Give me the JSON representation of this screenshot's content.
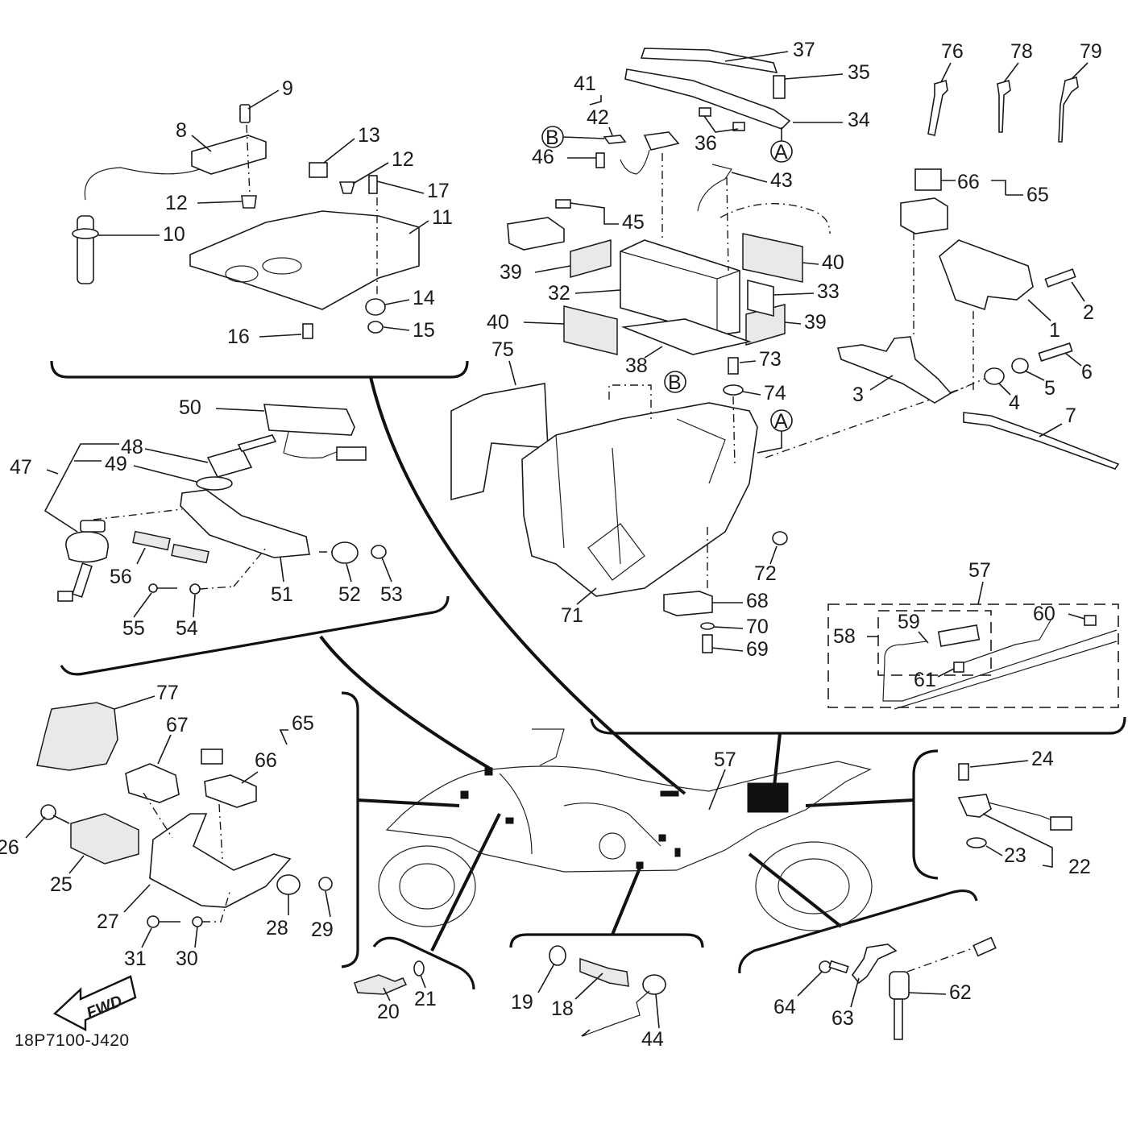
{
  "diagram": {
    "title": "Electrical parts exploded view",
    "drawing_code": "18P7100-J420",
    "fwd_arrow_label": "FWD",
    "reference_markers": [
      "A",
      "B"
    ],
    "callouts": [
      {
        "id": "c1",
        "text": "1"
      },
      {
        "id": "c2",
        "text": "2"
      },
      {
        "id": "c3",
        "text": "3"
      },
      {
        "id": "c4",
        "text": "4"
      },
      {
        "id": "c5",
        "text": "5"
      },
      {
        "id": "c6",
        "text": "6"
      },
      {
        "id": "c7",
        "text": "7"
      },
      {
        "id": "c8",
        "text": "8"
      },
      {
        "id": "c9",
        "text": "9"
      },
      {
        "id": "c10",
        "text": "10"
      },
      {
        "id": "c11",
        "text": "11"
      },
      {
        "id": "c12a",
        "text": "12"
      },
      {
        "id": "c12b",
        "text": "12"
      },
      {
        "id": "c13",
        "text": "13"
      },
      {
        "id": "c14",
        "text": "14"
      },
      {
        "id": "c15",
        "text": "15"
      },
      {
        "id": "c16",
        "text": "16"
      },
      {
        "id": "c17",
        "text": "17"
      },
      {
        "id": "c18",
        "text": "18"
      },
      {
        "id": "c19",
        "text": "19"
      },
      {
        "id": "c20",
        "text": "20"
      },
      {
        "id": "c21",
        "text": "21"
      },
      {
        "id": "c22",
        "text": "22"
      },
      {
        "id": "c23",
        "text": "23"
      },
      {
        "id": "c24",
        "text": "24"
      },
      {
        "id": "c25",
        "text": "25"
      },
      {
        "id": "c26",
        "text": "26"
      },
      {
        "id": "c27",
        "text": "27"
      },
      {
        "id": "c28",
        "text": "28"
      },
      {
        "id": "c29",
        "text": "29"
      },
      {
        "id": "c30",
        "text": "30"
      },
      {
        "id": "c31",
        "text": "31"
      },
      {
        "id": "c32",
        "text": "32"
      },
      {
        "id": "c33",
        "text": "33"
      },
      {
        "id": "c34",
        "text": "34"
      },
      {
        "id": "c35",
        "text": "35"
      },
      {
        "id": "c36",
        "text": "36"
      },
      {
        "id": "c37",
        "text": "37"
      },
      {
        "id": "c38",
        "text": "38"
      },
      {
        "id": "c39a",
        "text": "39"
      },
      {
        "id": "c39b",
        "text": "39"
      },
      {
        "id": "c40a",
        "text": "40"
      },
      {
        "id": "c40b",
        "text": "40"
      },
      {
        "id": "c41",
        "text": "41"
      },
      {
        "id": "c42",
        "text": "42"
      },
      {
        "id": "c43",
        "text": "43"
      },
      {
        "id": "c44",
        "text": "44"
      },
      {
        "id": "c45",
        "text": "45"
      },
      {
        "id": "c46",
        "text": "46"
      },
      {
        "id": "c47",
        "text": "47"
      },
      {
        "id": "c48",
        "text": "48"
      },
      {
        "id": "c49",
        "text": "49"
      },
      {
        "id": "c50",
        "text": "50"
      },
      {
        "id": "c51",
        "text": "51"
      },
      {
        "id": "c52",
        "text": "52"
      },
      {
        "id": "c53",
        "text": "53"
      },
      {
        "id": "c54",
        "text": "54"
      },
      {
        "id": "c55",
        "text": "55"
      },
      {
        "id": "c56",
        "text": "56"
      },
      {
        "id": "c57a",
        "text": "57"
      },
      {
        "id": "c57b",
        "text": "57"
      },
      {
        "id": "c58",
        "text": "58"
      },
      {
        "id": "c59",
        "text": "59"
      },
      {
        "id": "c60",
        "text": "60"
      },
      {
        "id": "c61",
        "text": "61"
      },
      {
        "id": "c62",
        "text": "62"
      },
      {
        "id": "c63",
        "text": "63"
      },
      {
        "id": "c64",
        "text": "64"
      },
      {
        "id": "c65a",
        "text": "65"
      },
      {
        "id": "c65b",
        "text": "65"
      },
      {
        "id": "c66a",
        "text": "66"
      },
      {
        "id": "c66b",
        "text": "66"
      },
      {
        "id": "c67",
        "text": "67"
      },
      {
        "id": "c68",
        "text": "68"
      },
      {
        "id": "c69",
        "text": "69"
      },
      {
        "id": "c70",
        "text": "70"
      },
      {
        "id": "c71",
        "text": "71"
      },
      {
        "id": "c72",
        "text": "72"
      },
      {
        "id": "c73",
        "text": "73"
      },
      {
        "id": "c74",
        "text": "74"
      },
      {
        "id": "c75",
        "text": "75"
      },
      {
        "id": "c76",
        "text": "76"
      },
      {
        "id": "c77",
        "text": "77"
      },
      {
        "id": "c78",
        "text": "78"
      },
      {
        "id": "c79",
        "text": "79"
      }
    ]
  }
}
